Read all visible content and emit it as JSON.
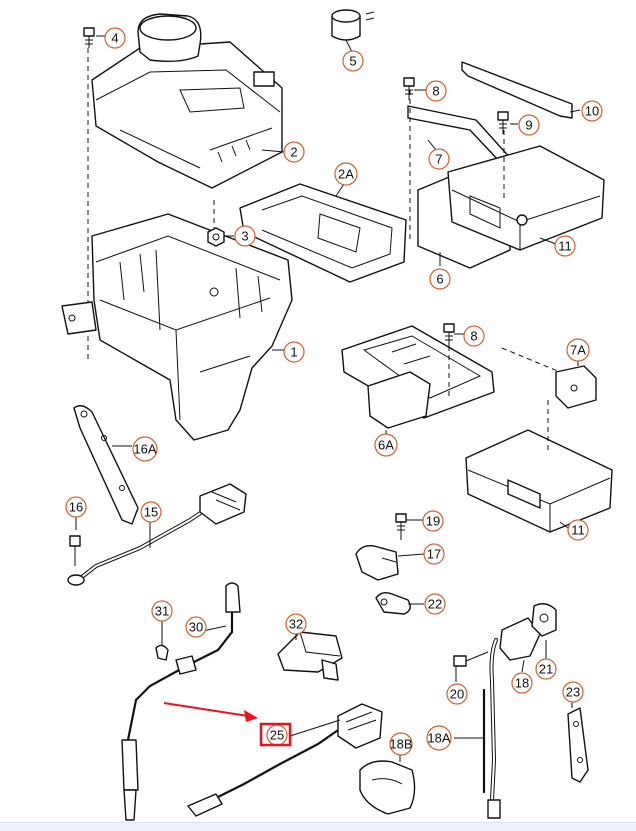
{
  "callouts": {
    "c1": "1",
    "c2": "2",
    "c2a": "2A",
    "c3": "3",
    "c4": "4",
    "c5": "5",
    "c6": "6",
    "c6a": "6A",
    "c7": "7",
    "c7a": "7A",
    "c8a": "8",
    "c8b": "8",
    "c9": "9",
    "c10": "10",
    "c11a": "11",
    "c11b": "11",
    "c15": "15",
    "c16": "16",
    "c16a": "16A",
    "c17": "17",
    "c18": "18",
    "c18a": "18A",
    "c18b": "18B",
    "c19": "19",
    "c20": "20",
    "c21": "21",
    "c22": "22",
    "c23": "23",
    "c25": "25",
    "c30": "30",
    "c31": "31",
    "c32": "32"
  },
  "annotation": {
    "highlighted_label": "25",
    "highlight_color": "#e8141c",
    "arrow_color": "#e8141c",
    "callout_color": "#d06030"
  }
}
